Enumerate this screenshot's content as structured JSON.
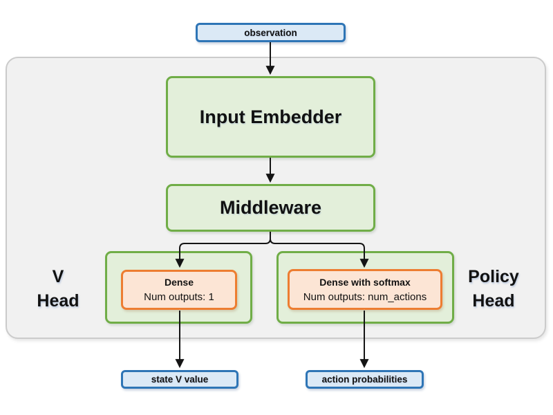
{
  "diagram": {
    "nodes": {
      "observation": "observation",
      "input_embedder": "Input Embedder",
      "middleware": "Middleware",
      "v_dense_title": "Dense",
      "v_dense_subtitle": "Num outputs: 1",
      "policy_dense_title": "Dense with softmax",
      "policy_dense_subtitle": "Num outputs: num_actions",
      "state_v_value": "state V value",
      "action_probabilities": "action probabilities"
    },
    "labels": {
      "v_head_line1": "V",
      "v_head_line2": "Head",
      "policy_head_line1": "Policy",
      "policy_head_line2": "Head"
    },
    "colors": {
      "blue_border": "#2e75b6",
      "blue_fill": "#dbe9f6",
      "green_border": "#70ad47",
      "green_fill": "#e3efda",
      "orange_border": "#ed7d31",
      "orange_fill": "#fce5d5",
      "container_fill": "#f1f1f1",
      "container_border": "#cbcbcb",
      "arrow": "#141414",
      "text": "#111111"
    }
  }
}
